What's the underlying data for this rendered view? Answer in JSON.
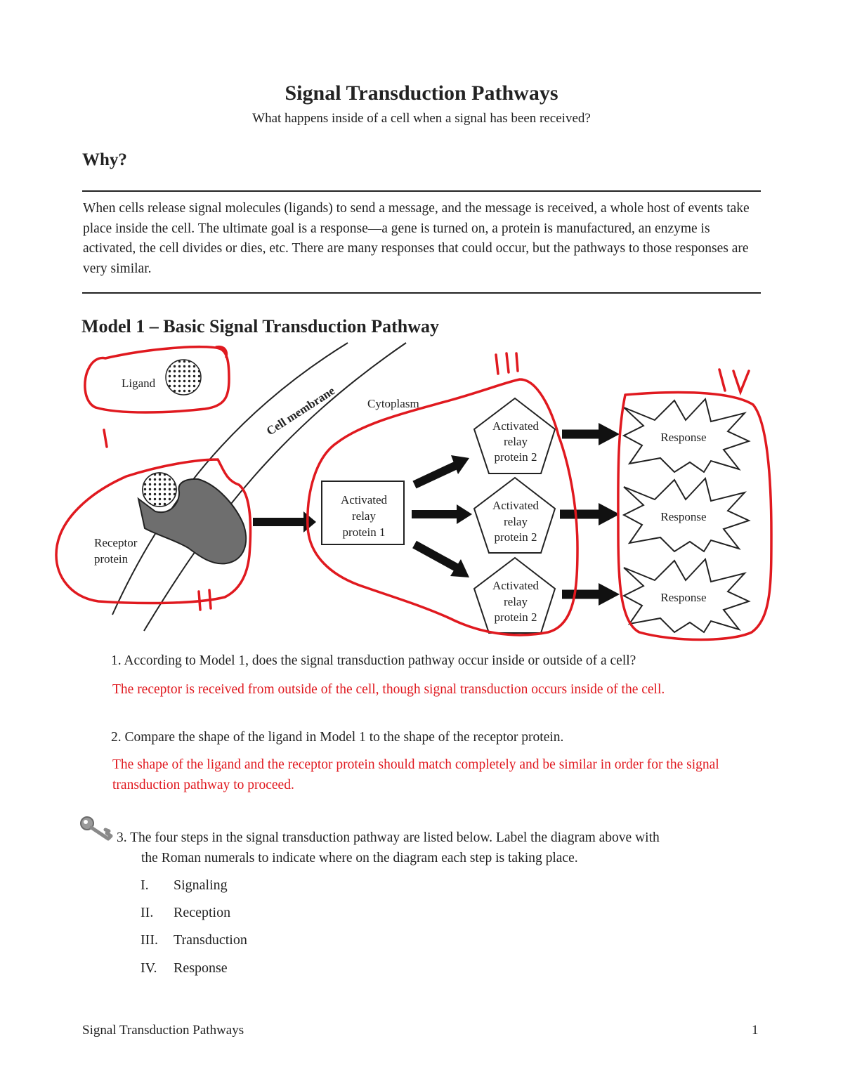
{
  "header": {
    "title": "Signal Transduction Pathways",
    "subtitle": "What happens inside of a cell when a signal has been received?"
  },
  "why": {
    "heading": "Why?",
    "text": "When cells release signal molecules (ligands) to send a message, and the message is received, a whole host of events take place inside the cell. The ultimate goal is a response—a gene is turned on, a protein is manufactured, an enzyme is activated, the cell divides or dies, etc. There are many responses that could occur, but the pathways to those responses are very similar."
  },
  "model": {
    "title": "Model 1 – Basic Signal Transduction Pathway",
    "labels": {
      "ligand": "Ligand",
      "cell_membrane": "Cell membrane",
      "cytoplasm": "Cytoplasm",
      "receptor_line1": "Receptor",
      "receptor_line2": "protein",
      "relay1_line1": "Activated",
      "relay1_line2": "relay",
      "relay1_line3": "protein 1",
      "relay2_line1": "Activated",
      "relay2_line2": "relay",
      "relay2_line3": "protein 2",
      "response": "Response"
    },
    "annotations": {
      "i": "I",
      "ii": "II",
      "iii": "III",
      "iv": "IV"
    },
    "colors": {
      "annotation": "#e0191f",
      "receptor_fill": "#6e6e6e",
      "ink": "#222222"
    }
  },
  "questions": {
    "q1": "1.  According to Model 1, does the signal transduction pathway occur inside or outside of a cell?",
    "a1": "The receptor is received from outside of the cell, though signal transduction occurs inside of the cell.",
    "q2": "2.  Compare the shape of the ligand in Model 1 to the shape of the receptor protein.",
    "a2": "The shape of the ligand and the receptor protein should match completely and be similar in order for the signal transduction pathway to proceed.",
    "q3_line1": "3. The four steps in the signal transduction pathway are listed below. Label the diagram above with",
    "q3_line2": "the Roman numerals to indicate where on the diagram each step is taking place.",
    "q3_icon": "key-icon",
    "steps": [
      {
        "num": "I.",
        "label": "Signaling"
      },
      {
        "num": "II.",
        "label": "Reception"
      },
      {
        "num": "III.",
        "label": "Transduction"
      },
      {
        "num": "IV.",
        "label": "Response"
      }
    ]
  },
  "footer": {
    "left": "Signal Transduction Pathways",
    "right": "1"
  }
}
